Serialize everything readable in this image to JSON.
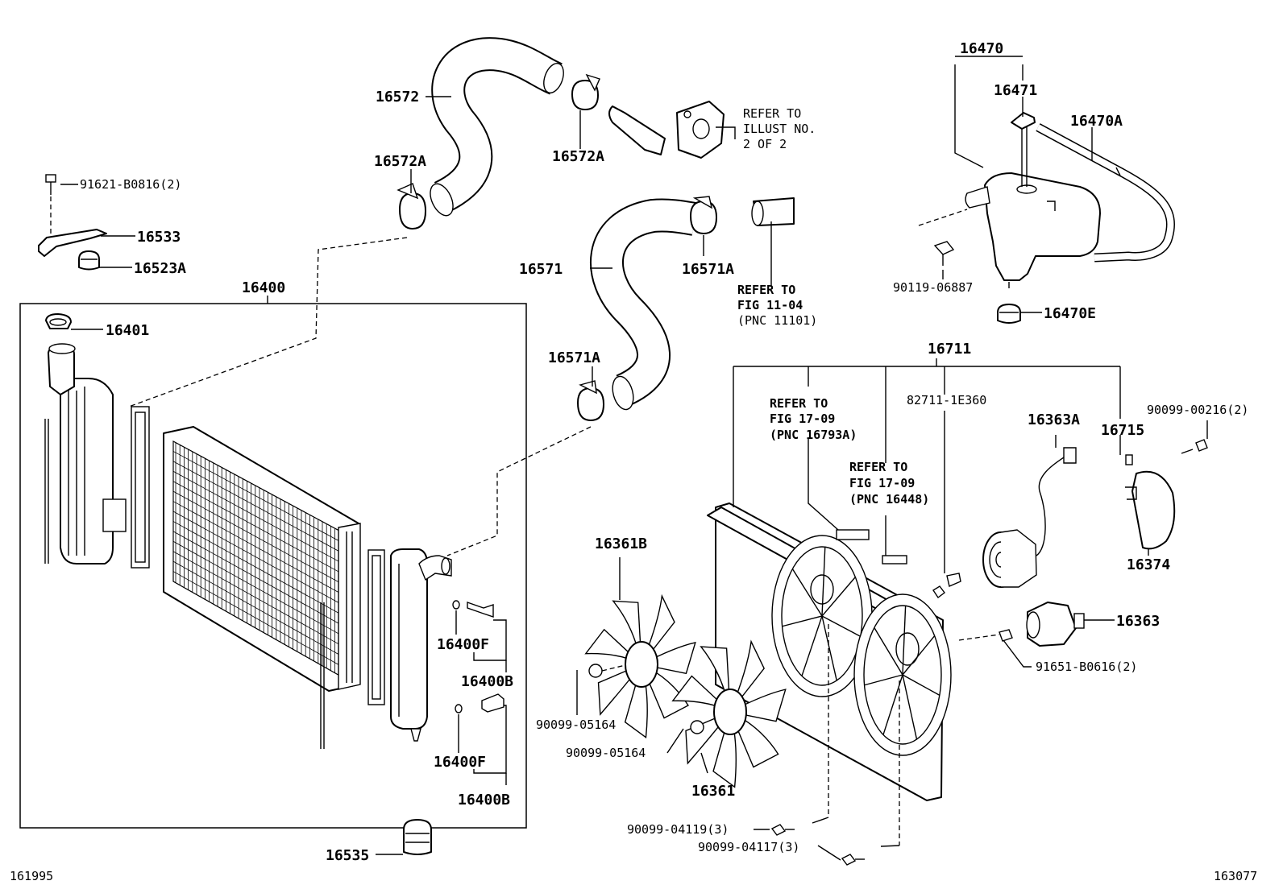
{
  "labels": {
    "p16572": "16572",
    "p16572a_left": "16572A",
    "p16572a_right": "16572A",
    "refer_illust": [
      "REFER TO",
      "ILLUST NO.",
      "2 OF 2"
    ],
    "p91621": "91621-B0816(2)",
    "p16533": "16533",
    "p16523a": "16523A",
    "p16400": "16400",
    "p16401": "16401",
    "p16571": "16571",
    "p16571a_top": "16571A",
    "p16571a_mid": "16571A",
    "refer_fig1104": [
      "REFER TO",
      "FIG 11-04",
      "(PNC 11101)"
    ],
    "p16470": "16470",
    "p16471": "16471",
    "p16470a": "16470A",
    "p90119": "90119-06887",
    "p16470e": "16470E",
    "p16711": "16711",
    "refer_fig1709a": [
      "REFER TO",
      "FIG 17-09",
      "(PNC 16793A)"
    ],
    "refer_fig1709b": [
      "REFER TO",
      "FIG 17-09",
      "(PNC 16448)"
    ],
    "p82711": "82711-1E360",
    "p16363a": "16363A",
    "p16715": "16715",
    "p90099_00216": "90099-00216(2)",
    "p16374": "16374",
    "p16363": "16363",
    "p91651": "91651-B0616(2)",
    "p16361b": "16361B",
    "p90099_05164_a": "90099-05164",
    "p90099_05164_b": "90099-05164",
    "p16361": "16361",
    "p90099_04119": "90099-04119(3)",
    "p90099_04117": "90099-04117(3)",
    "p16400f_top": "16400F",
    "p16400b_top": "16400B",
    "p16400f_bot": "16400F",
    "p16400b_bot": "16400B",
    "p16535": "16535",
    "ref_left": "161995",
    "ref_right": "163077"
  }
}
